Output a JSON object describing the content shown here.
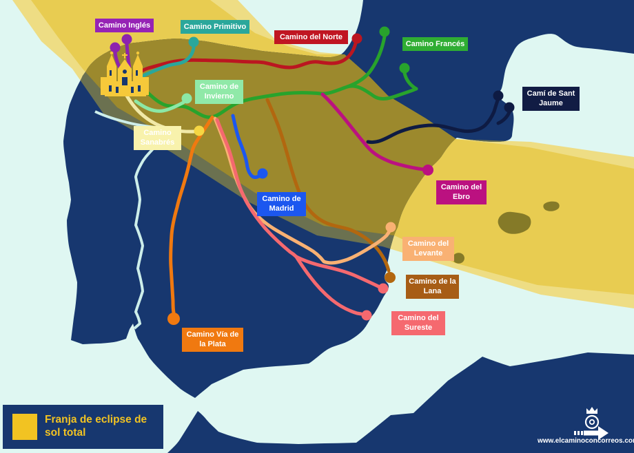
{
  "map": {
    "name": "Camino de Santiago routes and total solar eclipse band over the Iberian Peninsula",
    "sea_color": "#dff7f2",
    "land_color": "#17376f",
    "border_color": "#cdeeea",
    "eclipse_band": {
      "core_over_sea": "#e8cc51",
      "fringe_over_sea": "#eedd84",
      "core_over_land": "#9c892d",
      "fringe_over_land": "#6b7150",
      "islands": "#857a28"
    }
  },
  "routes": {
    "ingles": {
      "label": "Camino Inglés",
      "color": "#9623b5",
      "line": "#8d23ae"
    },
    "primitivo": {
      "label": "Camino Primitivo",
      "color": "#2aa79b",
      "line": "#2aa79b"
    },
    "norte": {
      "label": "Camino del Norte",
      "color": "#c01622",
      "line": "#bb1620"
    },
    "frances": {
      "label": "Camino Francés",
      "color": "#2fad33",
      "line": "#28a32c"
    },
    "jaume": {
      "label": "Camí de Sant Jaume",
      "color": "#111c44",
      "line": "#0e1b43"
    },
    "invierno": {
      "label": "Camino de Invierno",
      "color": "#90e9a8",
      "line": "#8ce8a6"
    },
    "sanabres": {
      "label": "Camino Sanabrés",
      "color": "#f8f2ac",
      "line": "#f1e9a8",
      "pin": "#f5d643"
    },
    "ebro": {
      "label": "Camino del Ebro",
      "color": "#bb1180",
      "line": "#bb1180"
    },
    "madrid": {
      "label": "Camino de Madrid",
      "color": "#1c57ef",
      "line": "#1c57ef"
    },
    "levante": {
      "label": "Camino del Levante",
      "color": "#f9b173",
      "line": "#f9b173"
    },
    "lana": {
      "label": "Camino de la Lana",
      "color": "#a75d16",
      "line": "#b2670f"
    },
    "sureste": {
      "label": "Camino del Sureste",
      "color": "#f5696f",
      "line": "#f5696f"
    },
    "plata": {
      "label": "Camino Vía de la Plata",
      "color": "#f07910",
      "line": "#f07910"
    }
  },
  "legend": {
    "swatch_color": "#f2c322",
    "text_color": "#f2c322",
    "line1": "Franja de eclipse de",
    "line2": "sol total"
  },
  "footer": {
    "url": "www.elcaminoconcorreos.com"
  },
  "icons": {
    "cathedral": "santiago-cathedral-icon",
    "postal_logo": "correos-logo-icon"
  }
}
